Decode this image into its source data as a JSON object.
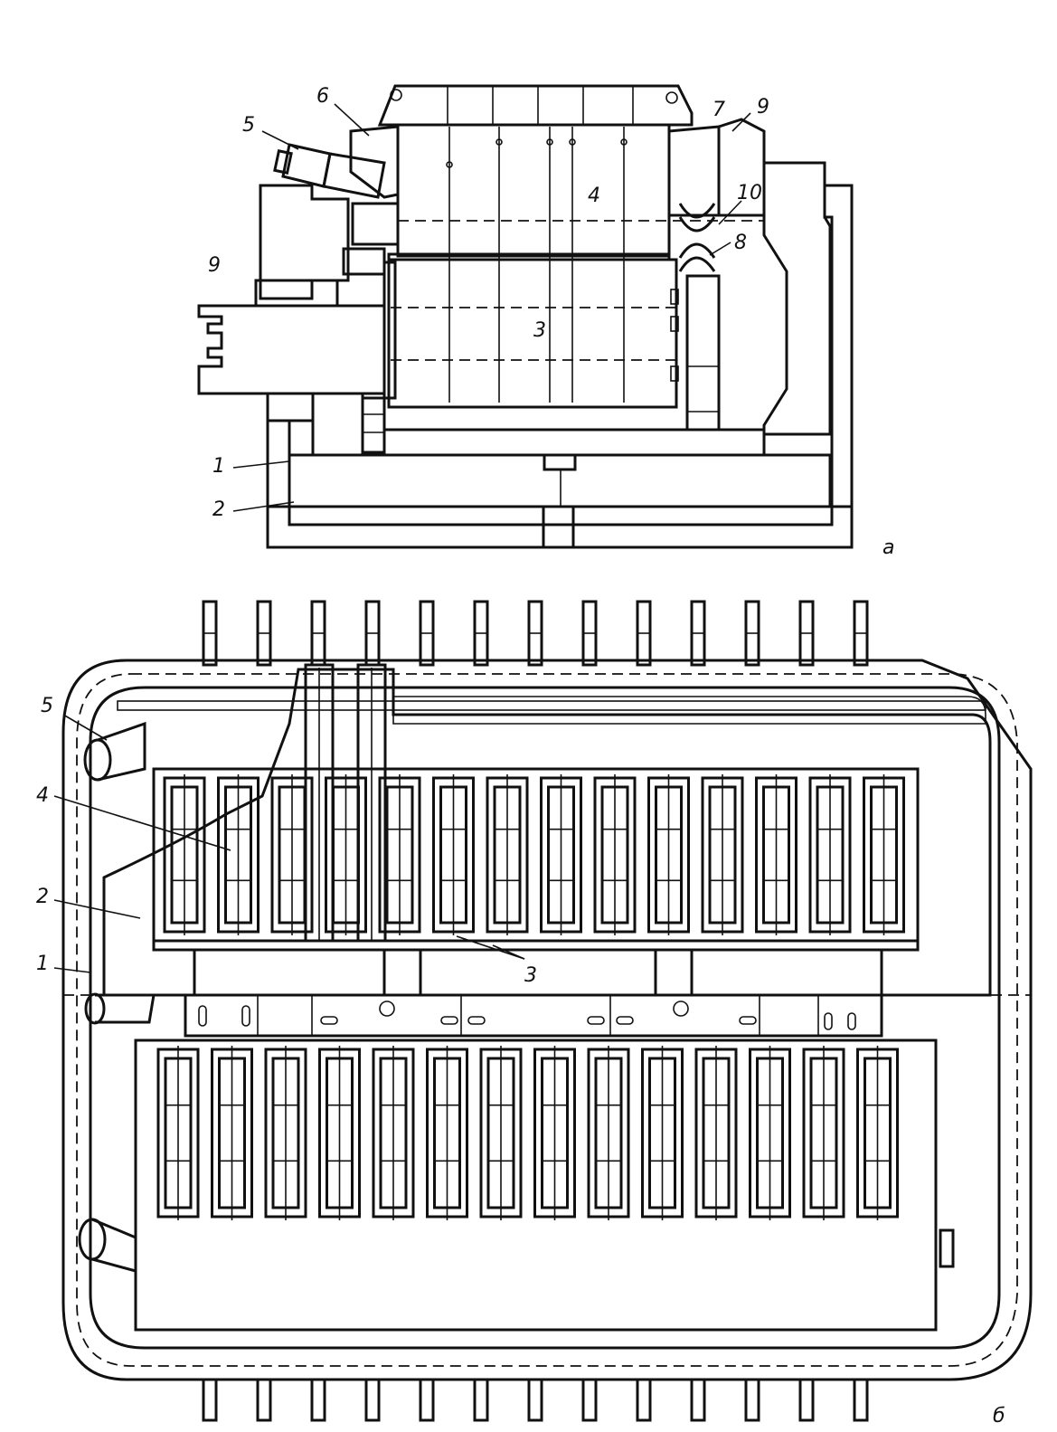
{
  "diagram": {
    "view_a": {
      "view_label": "a",
      "labels": [
        "1",
        "2",
        "3",
        "4",
        "5",
        "6",
        "7",
        "8",
        "9",
        "9",
        "10"
      ]
    },
    "view_b": {
      "view_label": "б",
      "labels": [
        "1",
        "2",
        "3",
        "4",
        "5"
      ]
    }
  },
  "colors": {
    "ink": "#111111",
    "paper": "#ffffff"
  }
}
